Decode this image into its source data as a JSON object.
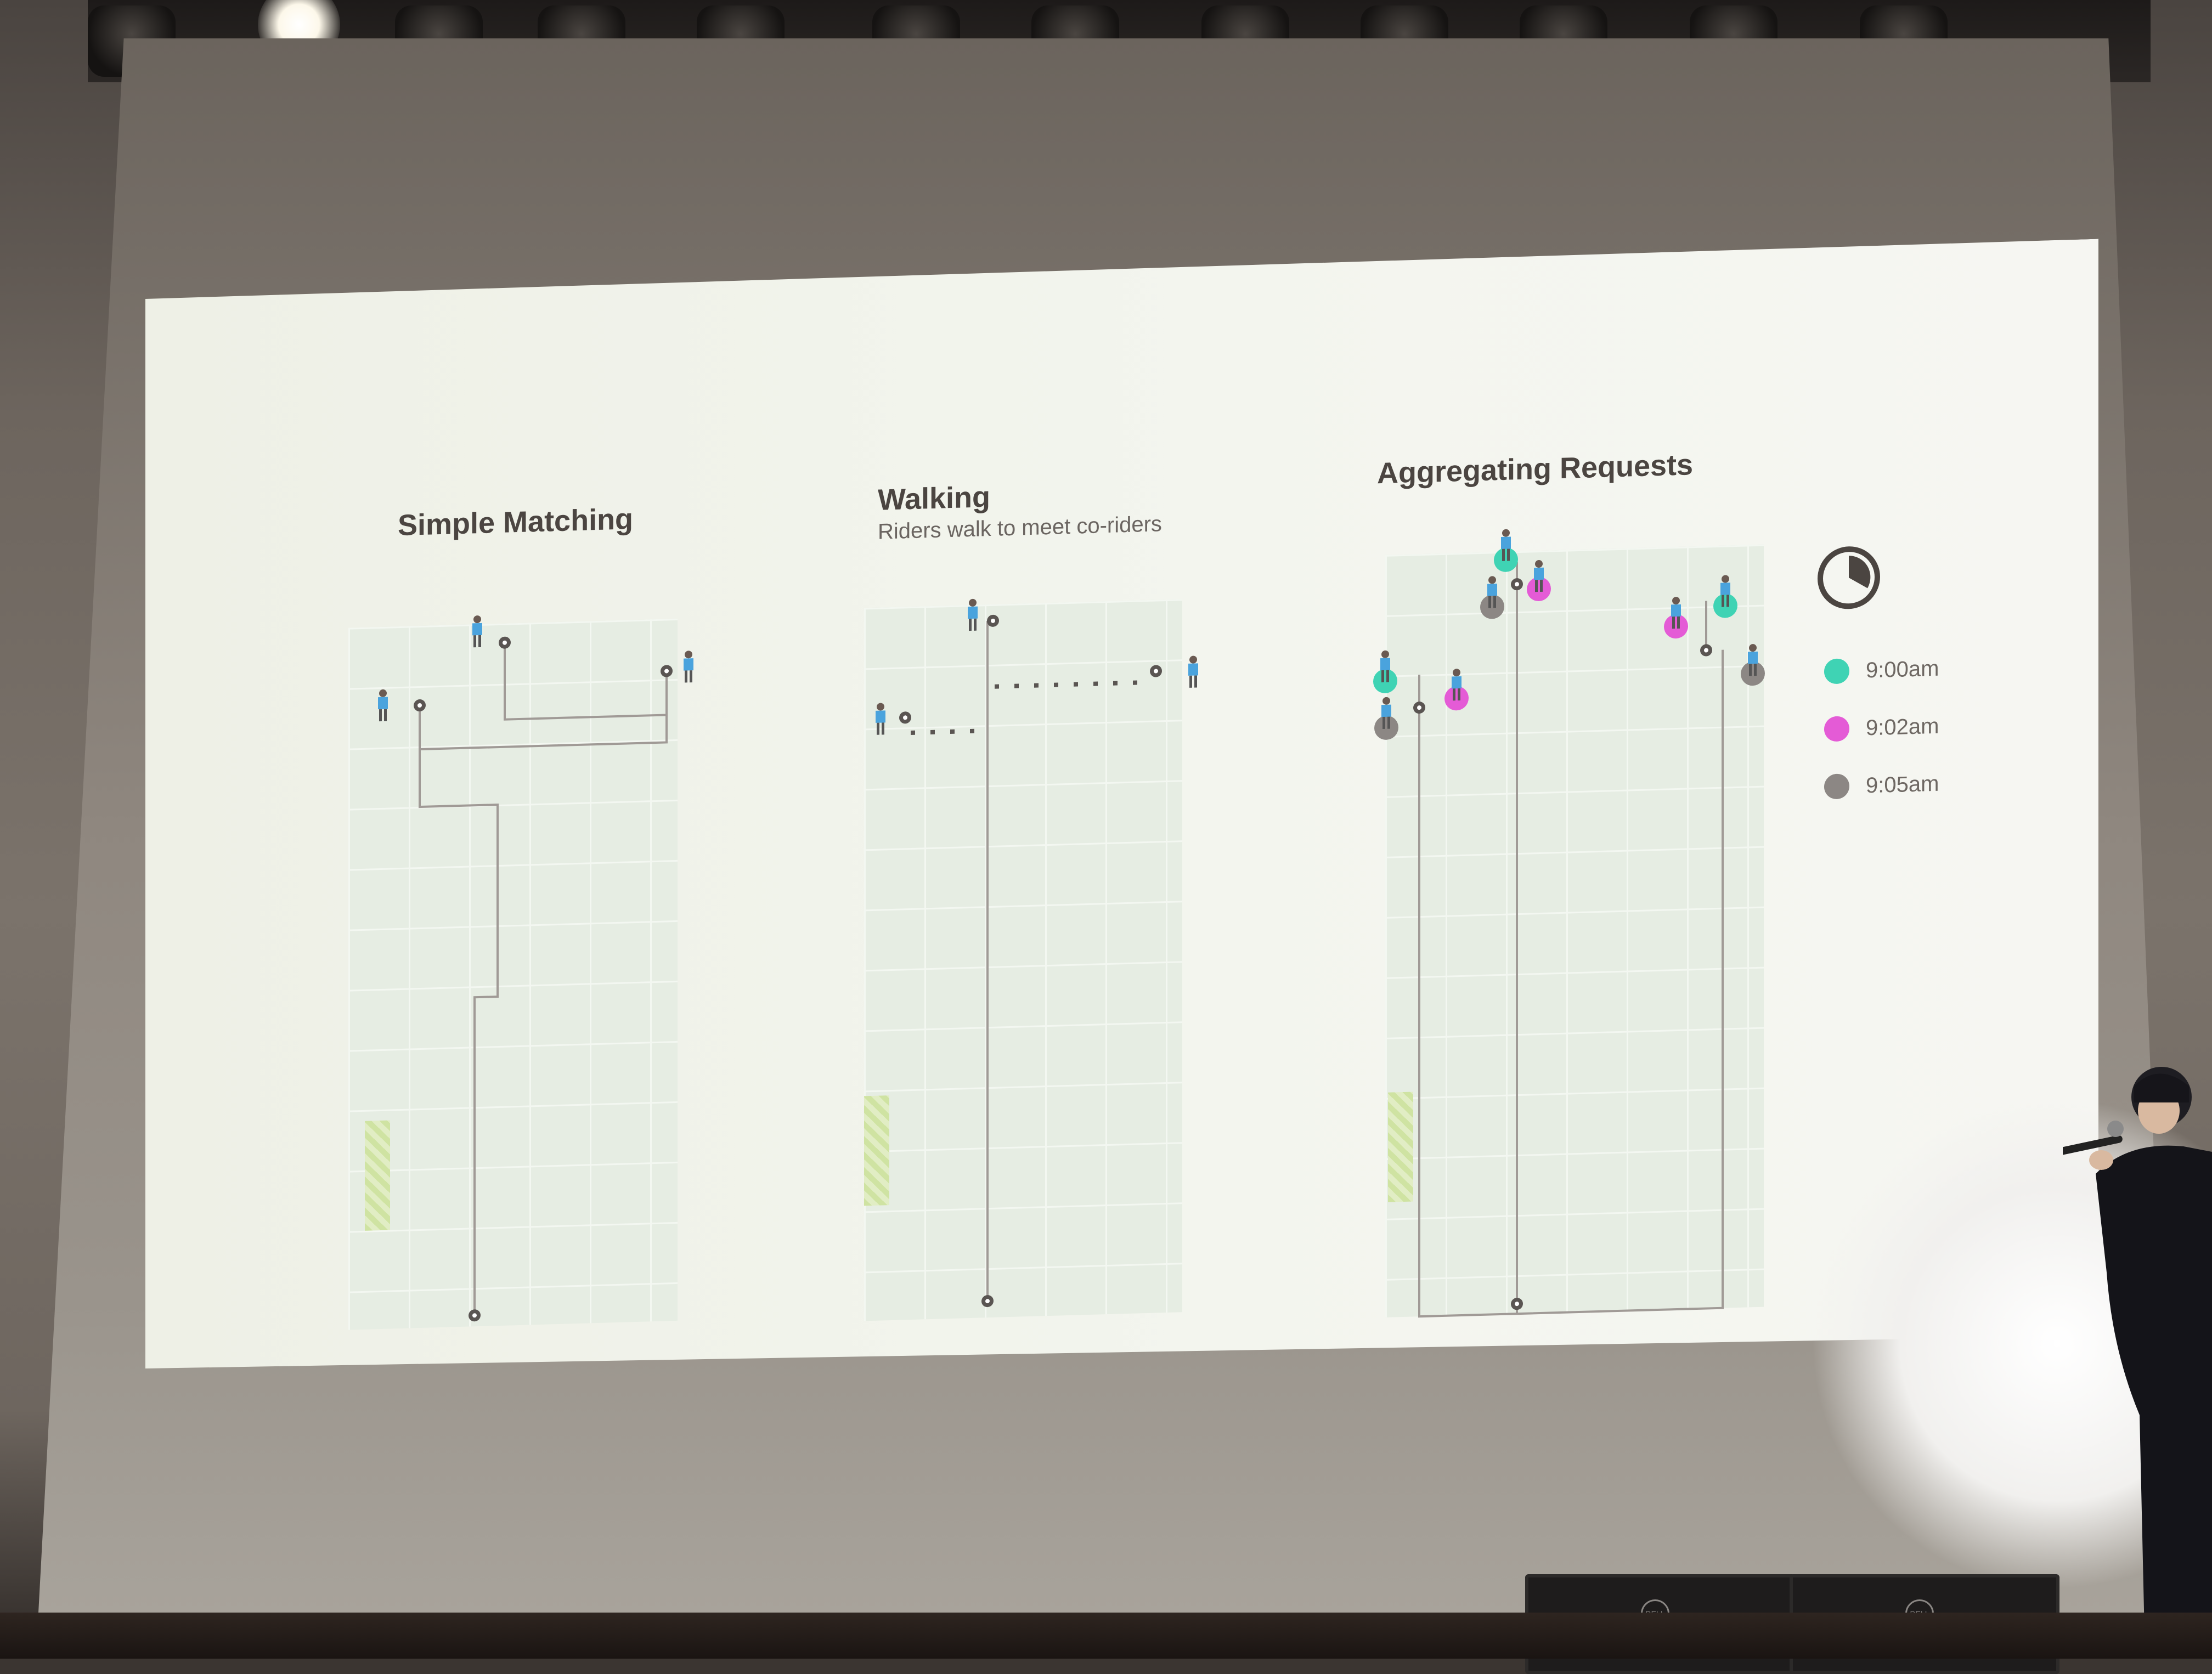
{
  "slide": {
    "panels": [
      {
        "title": "Simple Matching",
        "subtitle": ""
      },
      {
        "title": "Walking",
        "subtitle": "Riders walk to meet co-riders"
      },
      {
        "title": "Aggregating Requests",
        "subtitle": ""
      }
    ],
    "legend": [
      {
        "label": "9:00am",
        "color": "#3fd3b4"
      },
      {
        "label": "9:02am",
        "color": "#e45bd6"
      },
      {
        "label": "9:05am",
        "color": "#8c8784"
      }
    ],
    "icons": {
      "clock": "clock-icon",
      "rider": "person-icon",
      "pin": "map-pin-icon"
    }
  },
  "hardware": {
    "monitor_brand": "DELL"
  }
}
